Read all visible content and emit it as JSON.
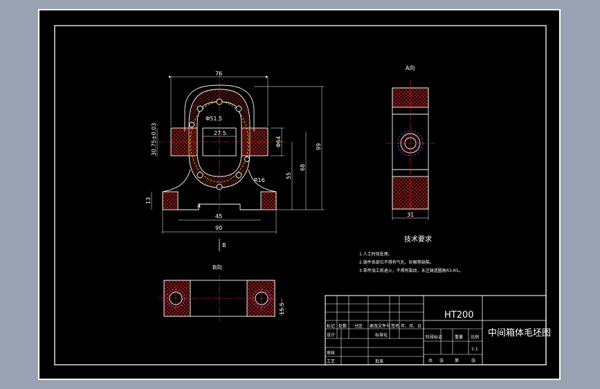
{
  "views": {
    "front": {
      "dims": {
        "top_width": "76",
        "bore_dia": "Φ51.5",
        "inner_width": "27.5",
        "left_height": "30.75±0.03",
        "side_dia": "Φ64",
        "h_55": "55",
        "h_68": "68",
        "h_99": "99",
        "base_height": "13",
        "base_inner": "45",
        "base_total": "90",
        "r16": "R16",
        "small": "4"
      },
      "section_mark": "B"
    },
    "side": {
      "title": "A向",
      "dims": {
        "width": "31"
      }
    },
    "bottom": {
      "title": "B向",
      "dims": {
        "height": "15.5"
      }
    }
  },
  "notes": {
    "title": "技术要求",
    "items": [
      "1.人工时效处理。",
      "2.铸件各部位不得有气孔、砂眼等缺陷。",
      "3.零件加工前退火，不得有裂纹，未注铸造圆角R3-R5。"
    ]
  },
  "title_block": {
    "material": "HT200",
    "drawing_name": "中间箱体毛坯图",
    "rev_headers": [
      "标记",
      "处数",
      "分区",
      "更改文件号",
      "签名",
      "年、月、日"
    ],
    "roles": [
      "设计",
      "审核",
      "工艺"
    ],
    "standardization": "标准化",
    "approved": "批准",
    "stage_headers": [
      "阶段标记",
      "重量",
      "比例"
    ],
    "scale": "1:1",
    "sheet_info": [
      "共",
      "张",
      "第",
      "张"
    ]
  },
  "colors": {
    "outline": "#ffffff",
    "centerline": "#ff2a2a",
    "hatch": "#ff2a2a",
    "hidden": "#ffff00",
    "circle_accent": "#9966ff",
    "text": "#ffffff"
  }
}
